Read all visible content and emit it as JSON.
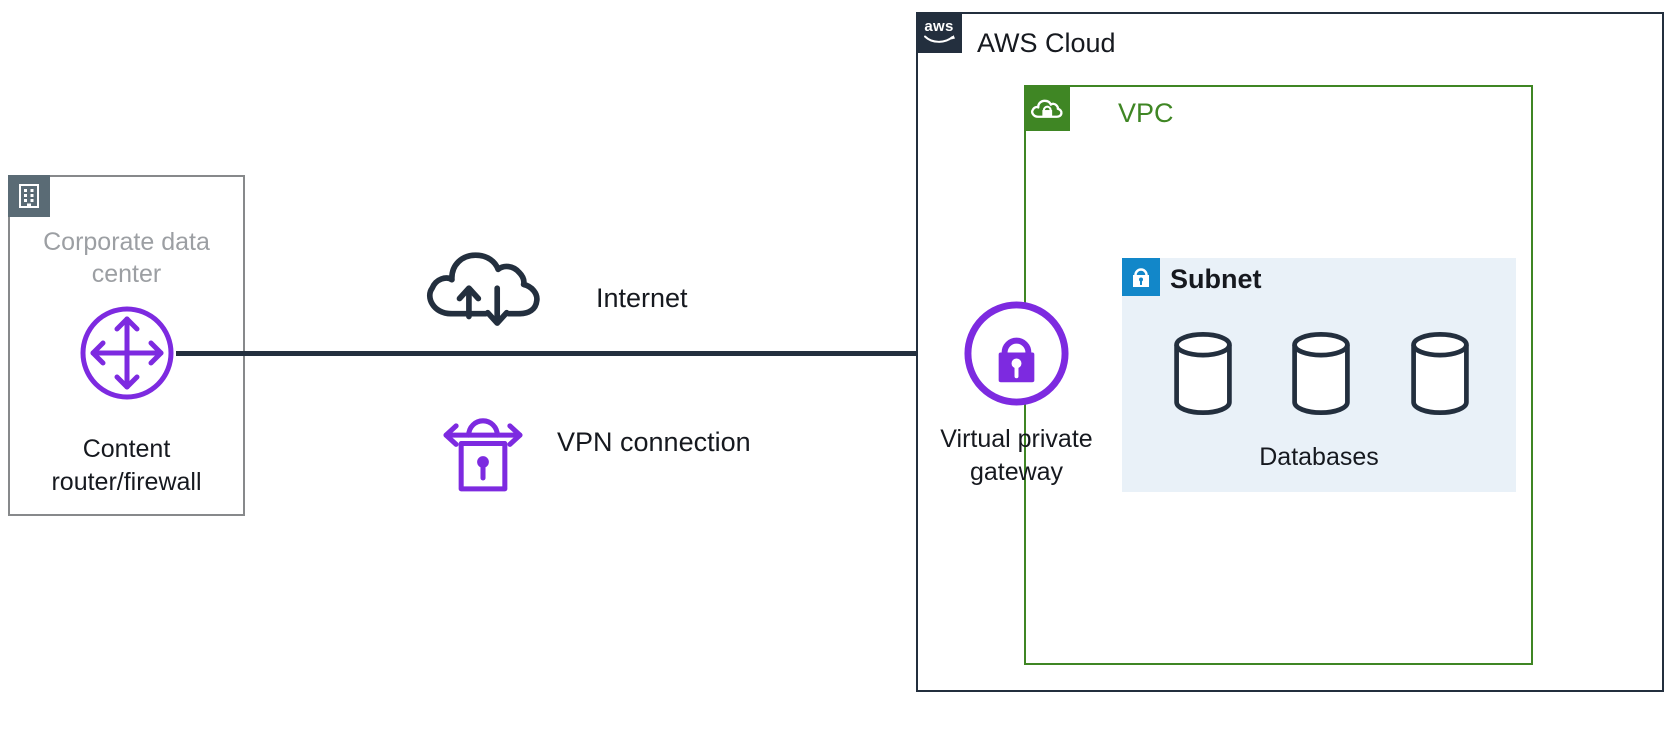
{
  "colors": {
    "purple": "#7D2AE0",
    "green": "#3F8624",
    "navy": "#232F3E",
    "slate": "#5A6B75",
    "subnet-blue": "#1287C9",
    "subnet-fill": "#E9F1F8",
    "gray-text": "#9C9FA3",
    "gray-border": "#87898B",
    "text": "#16191F"
  },
  "corporate": {
    "label": "Corporate data center",
    "router_label": "Content router/firewall"
  },
  "middle": {
    "internet_label": "Internet",
    "vpn_label": "VPN connection"
  },
  "aws": {
    "logo_text": "aws",
    "label": "AWS Cloud",
    "vpc": {
      "label": "VPC",
      "gateway_label": "Virtual private gateway",
      "subnet": {
        "label": "Subnet",
        "databases_label": "Databases",
        "database_count": 3
      }
    }
  },
  "icons": {
    "building": "building-icon",
    "router": "router-crossed-arrows-icon",
    "internet": "cloud-up-down-arrows-icon",
    "vpn": "padlock-horizontal-arrows-icon",
    "aws_logo": "aws-smile-logo-icon",
    "vpc": "cloud-lock-icon",
    "virtual_private_gateway": "circled-padlock-icon",
    "subnet": "padlock-icon",
    "database": "database-cylinder-icon"
  }
}
